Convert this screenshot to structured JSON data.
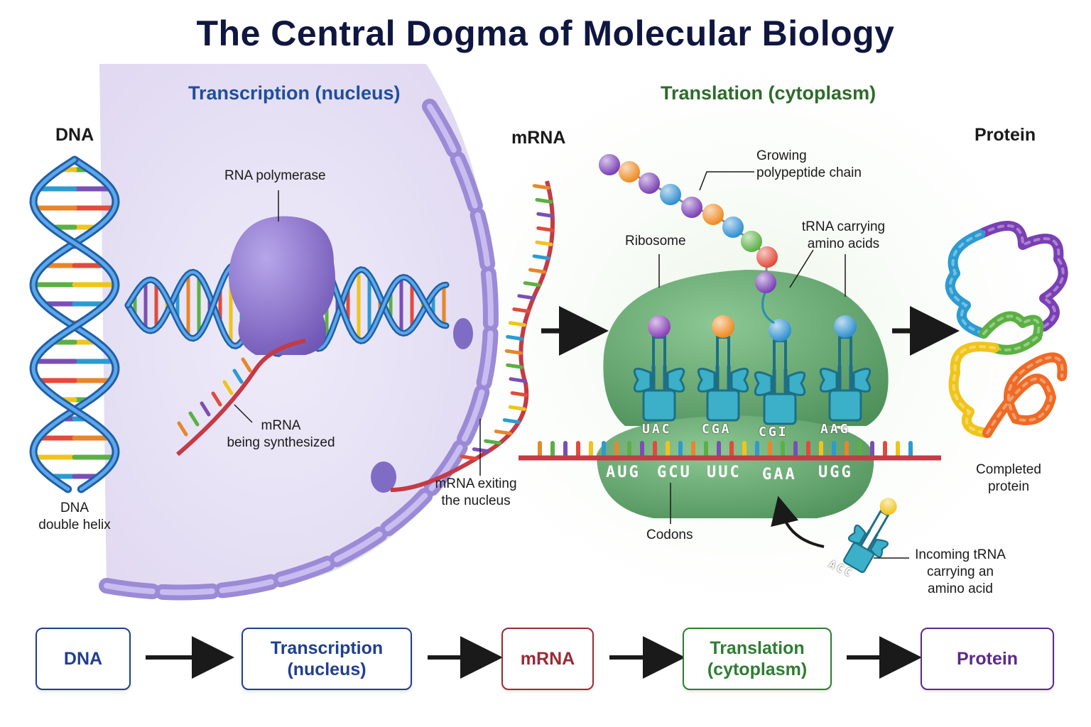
{
  "title": "The Central Dogma of Molecular Biology",
  "sections": {
    "transcription": "Transcription (nucleus)",
    "translation": "Translation (cytoplasm)"
  },
  "labels": {
    "dna": "DNA",
    "dna_helix_1": "DNA",
    "dna_helix_2": "double helix",
    "rna_polymerase": "RNA polymerase",
    "mrna_synth_1": "mRNA",
    "mrna_synth_2": "being synthesized",
    "mrna": "mRNA",
    "mrna_exit_1": "mRNA exiting",
    "mrna_exit_2": "the nucleus",
    "growing_1": "Growing",
    "growing_2": "polypeptide chain",
    "ribosome": "Ribosome",
    "trna_carry_1": "tRNA carrying",
    "trna_carry_2": "amino acids",
    "codons": "Codons",
    "incoming_1": "Incoming tRNA",
    "incoming_2": "carrying an",
    "incoming_3": "amino acid",
    "protein": "Protein",
    "completed_1": "Completed",
    "completed_2": "protein"
  },
  "codons": [
    "AUG",
    "GCU",
    "UUC",
    "GAA",
    "UGG"
  ],
  "anticodons": [
    "UAC",
    "CGA",
    "CGI",
    "AAG"
  ],
  "incoming_anticodon": "ACC",
  "flow": [
    {
      "line1": "DNA",
      "line2": "",
      "color": "#1f3f8f"
    },
    {
      "line1": "Transcription",
      "line2": "(nucleus)",
      "color": "#1f3f8f"
    },
    {
      "line1": "mRNA",
      "line2": "",
      "color": "#9b2a35"
    },
    {
      "line1": "Translation",
      "line2": "(cytoplasm)",
      "color": "#2e7d32"
    },
    {
      "line1": "Protein",
      "line2": "",
      "color": "#5b2a8c"
    }
  ],
  "colors": {
    "title": "#0f1640",
    "transcription": "#1f4e9e",
    "translation": "#2e6b2a",
    "dna_strand": "#2a6fc2",
    "mrna": "#c43a45",
    "polymerase": "#8a72c9",
    "ribosome": "#5aa268",
    "trna": "#2f9bb3"
  }
}
